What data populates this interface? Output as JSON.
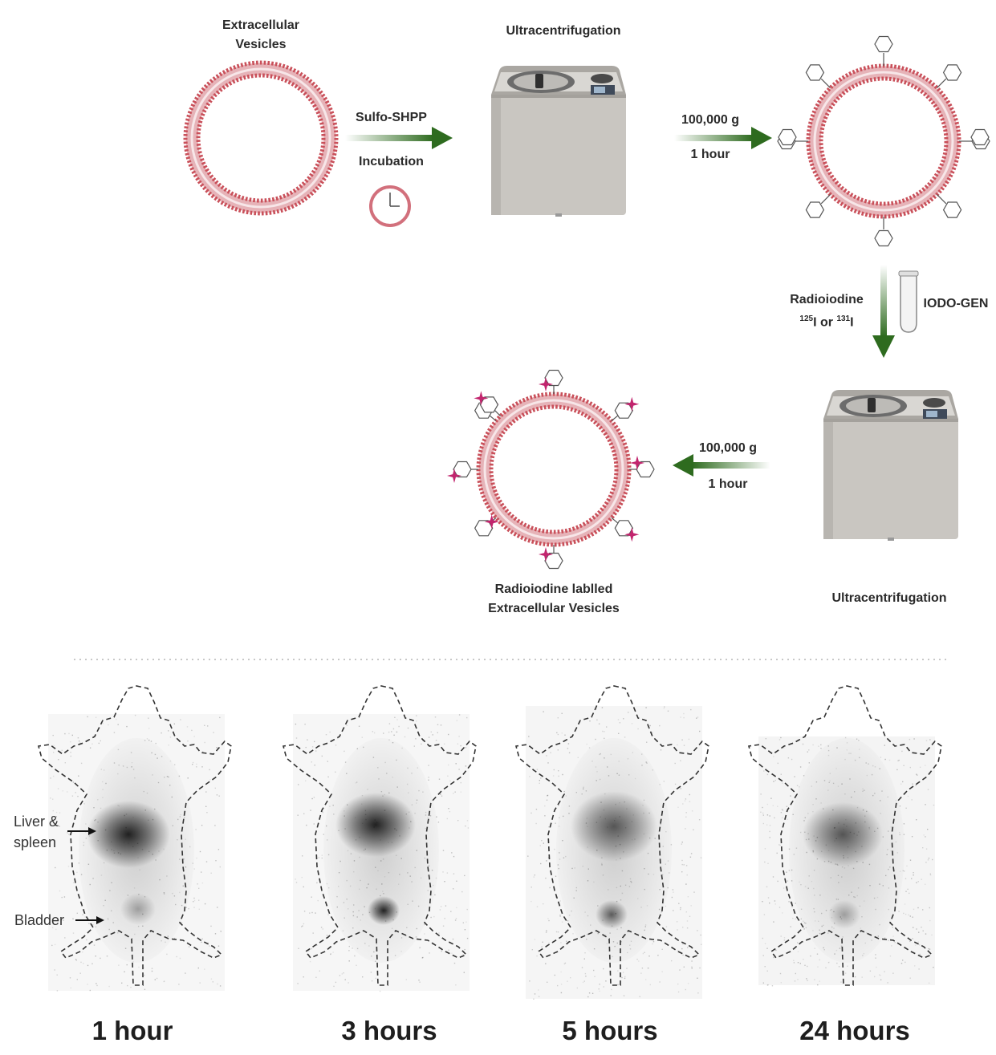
{
  "workflow": {
    "ev_label_line1": "Extracellular",
    "ev_label_line2": "Vesicles",
    "step1_reagent": "Sulfo-SHPP",
    "step1_action": "Incubation",
    "ultracentrifugation_label": "Ultracentrifugation",
    "spin_force": "100,000 g",
    "spin_time": "1 hour",
    "radioiodine_line1": "Radioiodine",
    "radioiodine_iso1_mass": "125",
    "radioiodine_iso_sym": "I",
    "radioiodine_or": " or ",
    "radioiodine_iso2_mass": "131",
    "iodogen_label": "IODO-GEN",
    "labelled_line1": "Radioiodine lablled",
    "labelled_line2": "Extracellular Vesicles"
  },
  "imaging": {
    "annotation_liver_line1": "Liver &",
    "annotation_liver_line2": "spleen",
    "annotation_bladder": "Bladder",
    "timepoints": [
      "1 hour",
      "3 hours",
      "5 hours",
      "24 hours"
    ]
  },
  "colors": {
    "membrane": "#c9505a",
    "arrow": "#2e6b1f",
    "radiolabel": "#c2256e",
    "centrifuge_body": "#c9c6c1"
  }
}
